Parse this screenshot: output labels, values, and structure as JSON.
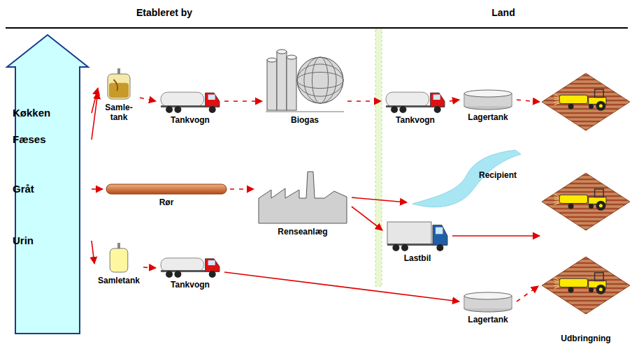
{
  "diagram": {
    "nodes": [
      {
        "text": [
          "Køkken",
          "Fæses",
          "Gråt",
          "Urin"
        ]
      },
      {
        "text": [
          "Samle- tank"
        ]
      },
      {
        "text": [
          "Tankvogn"
        ]
      },
      {
        "text": [
          "Biogas"
        ]
      },
      {
        "text": [
          "Tankvogn"
        ]
      },
      {
        "text": [
          "Lagertank"
        ]
      },
      {
        "text": []
      },
      {
        "text": [
          "Rør"
        ]
      },
      {
        "text": [
          "Renseanlæg"
        ]
      },
      {
        "text": [
          "Recipient"
        ]
      },
      {
        "text": [
          "Lastbil"
        ]
      },
      {
        "text": []
      },
      {
        "text": [
          "Samletank"
        ]
      },
      {
        "text": [
          "Tankvogn"
        ]
      },
      {
        "text": [
          "Lagertank"
        ]
      },
      {
        "text": [
          "Udbringning"
        ]
      }
    ],
    "edges": [
      {
        "from": 0,
        "to": 1,
        "arrow": "to"
      },
      {
        "from": 0,
        "to": 1,
        "arrow": "to"
      },
      {
        "from": 1,
        "to": 2,
        "arrow": "to"
      },
      {
        "from": 2,
        "to": 3,
        "arrow": "to"
      },
      {
        "from": 3,
        "to": 4,
        "arrow": "to"
      },
      {
        "from": 4,
        "to": 5,
        "arrow": "to"
      },
      {
        "from": 5,
        "to": 6,
        "arrow": "to"
      },
      {
        "from": 0,
        "to": 7,
        "arrow": "to"
      },
      {
        "from": 7,
        "to": 8,
        "arrow": "to"
      },
      {
        "from": 8,
        "to": 9,
        "arrow": "to"
      },
      {
        "from": 8,
        "to": 10,
        "arrow": "to"
      },
      {
        "from": 10,
        "to": 11,
        "arrow": "to"
      },
      {
        "from": 0,
        "to": 12,
        "arrow": "to"
      },
      {
        "from": 12,
        "to": 13,
        "arrow": "to"
      },
      {
        "from": 13,
        "to": 14,
        "arrow": "to"
      },
      {
        "from": 14,
        "to": 15,
        "arrow": "to"
      }
    ],
    "labels": [
      "Etableret by",
      "Land"
    ]
  }
}
